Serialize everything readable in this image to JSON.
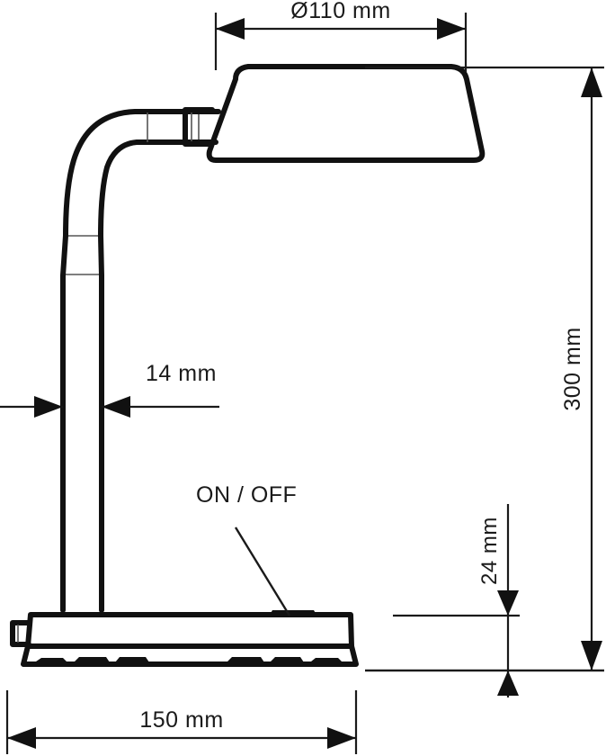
{
  "drawing": {
    "title": "Desk lamp technical dimension drawing",
    "units": "mm",
    "line_color": "#111111",
    "text_color": "#1a1a1a",
    "background": "#ffffff"
  },
  "dimensions": {
    "shade_diameter": {
      "label": "Ø110 mm",
      "value": 110,
      "unit": "mm",
      "orientation": "horizontal",
      "position": "top",
      "symbol": "diameter"
    },
    "total_height": {
      "label": "300 mm",
      "value": 300,
      "unit": "mm",
      "orientation": "vertical",
      "position": "right"
    },
    "base_height": {
      "label": "24 mm",
      "value": 24,
      "unit": "mm",
      "orientation": "vertical",
      "position": "right-inner"
    },
    "stem_width": {
      "label": "14 mm",
      "value": 14,
      "unit": "mm",
      "orientation": "horizontal",
      "position": "left-middle"
    },
    "base_width": {
      "label": "150 mm",
      "value": 150,
      "unit": "mm",
      "orientation": "horizontal",
      "position": "bottom"
    }
  },
  "annotations": {
    "power_switch": {
      "label": "ON / OFF",
      "target": "switch-button-on-base"
    }
  },
  "parts": {
    "shade": "lamp-shade",
    "arm": "gooseneck-arm",
    "stem": "vertical-stem",
    "base": "lamp-base",
    "switch": "on-off-switch",
    "cable_exit": "cable-exit-tab",
    "feet": "base-feet"
  }
}
